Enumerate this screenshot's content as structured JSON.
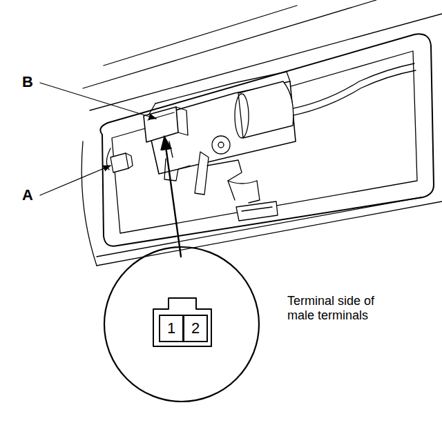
{
  "diagram": {
    "nodes": [
      {
        "text": [
          "1"
        ]
      },
      {
        "text": [
          "2"
        ]
      }
    ],
    "labels": [
      "B",
      "A",
      "Terminal side of male terminals"
    ]
  }
}
